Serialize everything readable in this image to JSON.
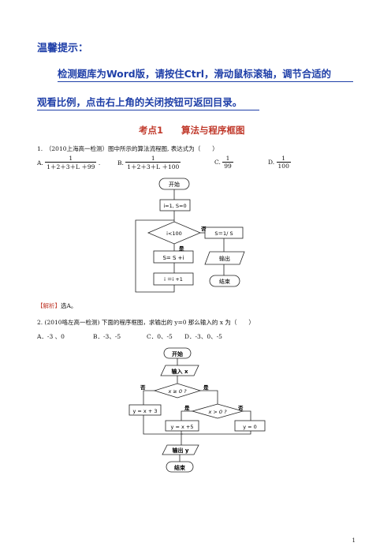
{
  "tip": {
    "title": "温馨提示：",
    "line1": "检测题库为Word版，请按住Ctrl，滑动鼠标滚轴，调节合适的",
    "line2": "观看比例，点击右上角的关闭按钮可返回目录。"
  },
  "section": {
    "title": "考点1　　算法与程序框图"
  },
  "q1": {
    "text": "1.　（2010上海高一检测）图中所示的算法流程图, 表达式为（　　）",
    "a_label": "A.",
    "a_num": "1",
    "a_den": "1＋2＋3＋L ＋99",
    "a_tail": ".",
    "b_label": "B.",
    "b_num": "1",
    "b_den": "1＋2＋3＋L ＋100",
    "c_label": "C.",
    "c_num": "1",
    "c_den": "99",
    "d_label": "D.",
    "d_num": "1",
    "d_den": "100",
    "flow": {
      "start": "开始",
      "init": "i=1, S=0",
      "cond": "i<100",
      "yes": "是",
      "no": "否",
      "out_assign": "S＝1/ S",
      "body": "S= S +i",
      "output": "输出",
      "incr": "i ＝i +1",
      "end": "结束"
    },
    "answer_tag": "【解析】",
    "answer_text": "选A。"
  },
  "q2": {
    "text": "2. (2010咯左高一检测) 下面的程序框图，求输出的  y=0  那么输入的 x 为（　　）",
    "options": [
      "A．-3 、0",
      "B．-3、-5",
      "C．0、-5",
      "D．-3、0、-5"
    ],
    "flow": {
      "start": "开始",
      "input": "输入 x",
      "cond1": "x ≥ 0 ?",
      "yes": "是",
      "no": "否",
      "left_assign": "y = x + 3",
      "cond2": "x > 0 ?",
      "mid_assign": "y = x +5",
      "right_assign": "y = 0",
      "output": "输出 y",
      "end": "结束"
    }
  },
  "page_number": "1"
}
